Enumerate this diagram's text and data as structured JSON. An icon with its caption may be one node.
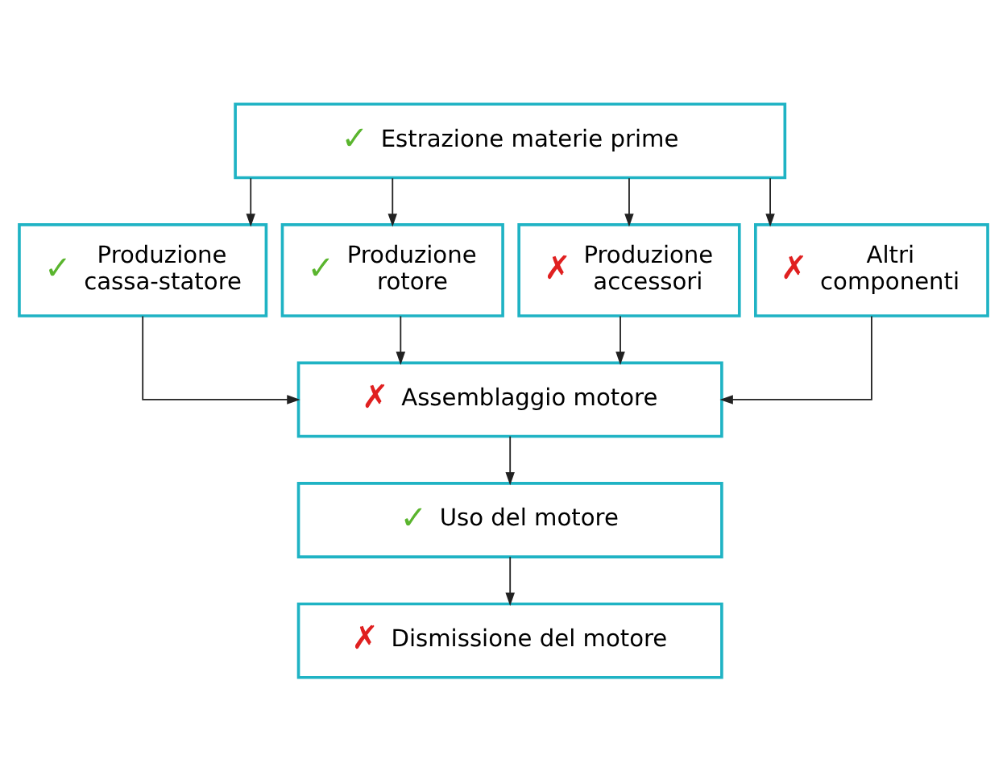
{
  "diagram": {
    "nodes": [
      {
        "text": [
          "✓",
          "Estrazione materie prime"
        ]
      },
      {
        "text": [
          "✓",
          "Produzione cassa-statore"
        ]
      },
      {
        "text": [
          "✓",
          "Produzione rotore"
        ]
      },
      {
        "text": [
          "✗",
          "Produzione accessori"
        ]
      },
      {
        "text": [
          "✗",
          "Altri componenti"
        ]
      },
      {
        "text": [
          "✗",
          "Assemblaggio motore"
        ]
      },
      {
        "text": [
          "✓",
          "Uso del motore"
        ]
      },
      {
        "text": [
          "✗",
          "Dismissione del motore"
        ]
      }
    ],
    "edges": [
      {
        "from": 0,
        "to": 1,
        "arrow": "to"
      },
      {
        "from": 0,
        "to": 2,
        "arrow": "to"
      },
      {
        "from": 0,
        "to": 3,
        "arrow": "to"
      },
      {
        "from": 0,
        "to": 4,
        "arrow": "to"
      },
      {
        "from": 1,
        "to": 5,
        "arrow": "to"
      },
      {
        "from": 2,
        "to": 5,
        "arrow": "to"
      },
      {
        "from": 3,
        "to": 5,
        "arrow": "to"
      },
      {
        "from": 4,
        "to": 5,
        "arrow": "to"
      },
      {
        "from": 5,
        "to": 6,
        "arrow": "to"
      },
      {
        "from": 6,
        "to": 7,
        "arrow": "to"
      }
    ]
  }
}
